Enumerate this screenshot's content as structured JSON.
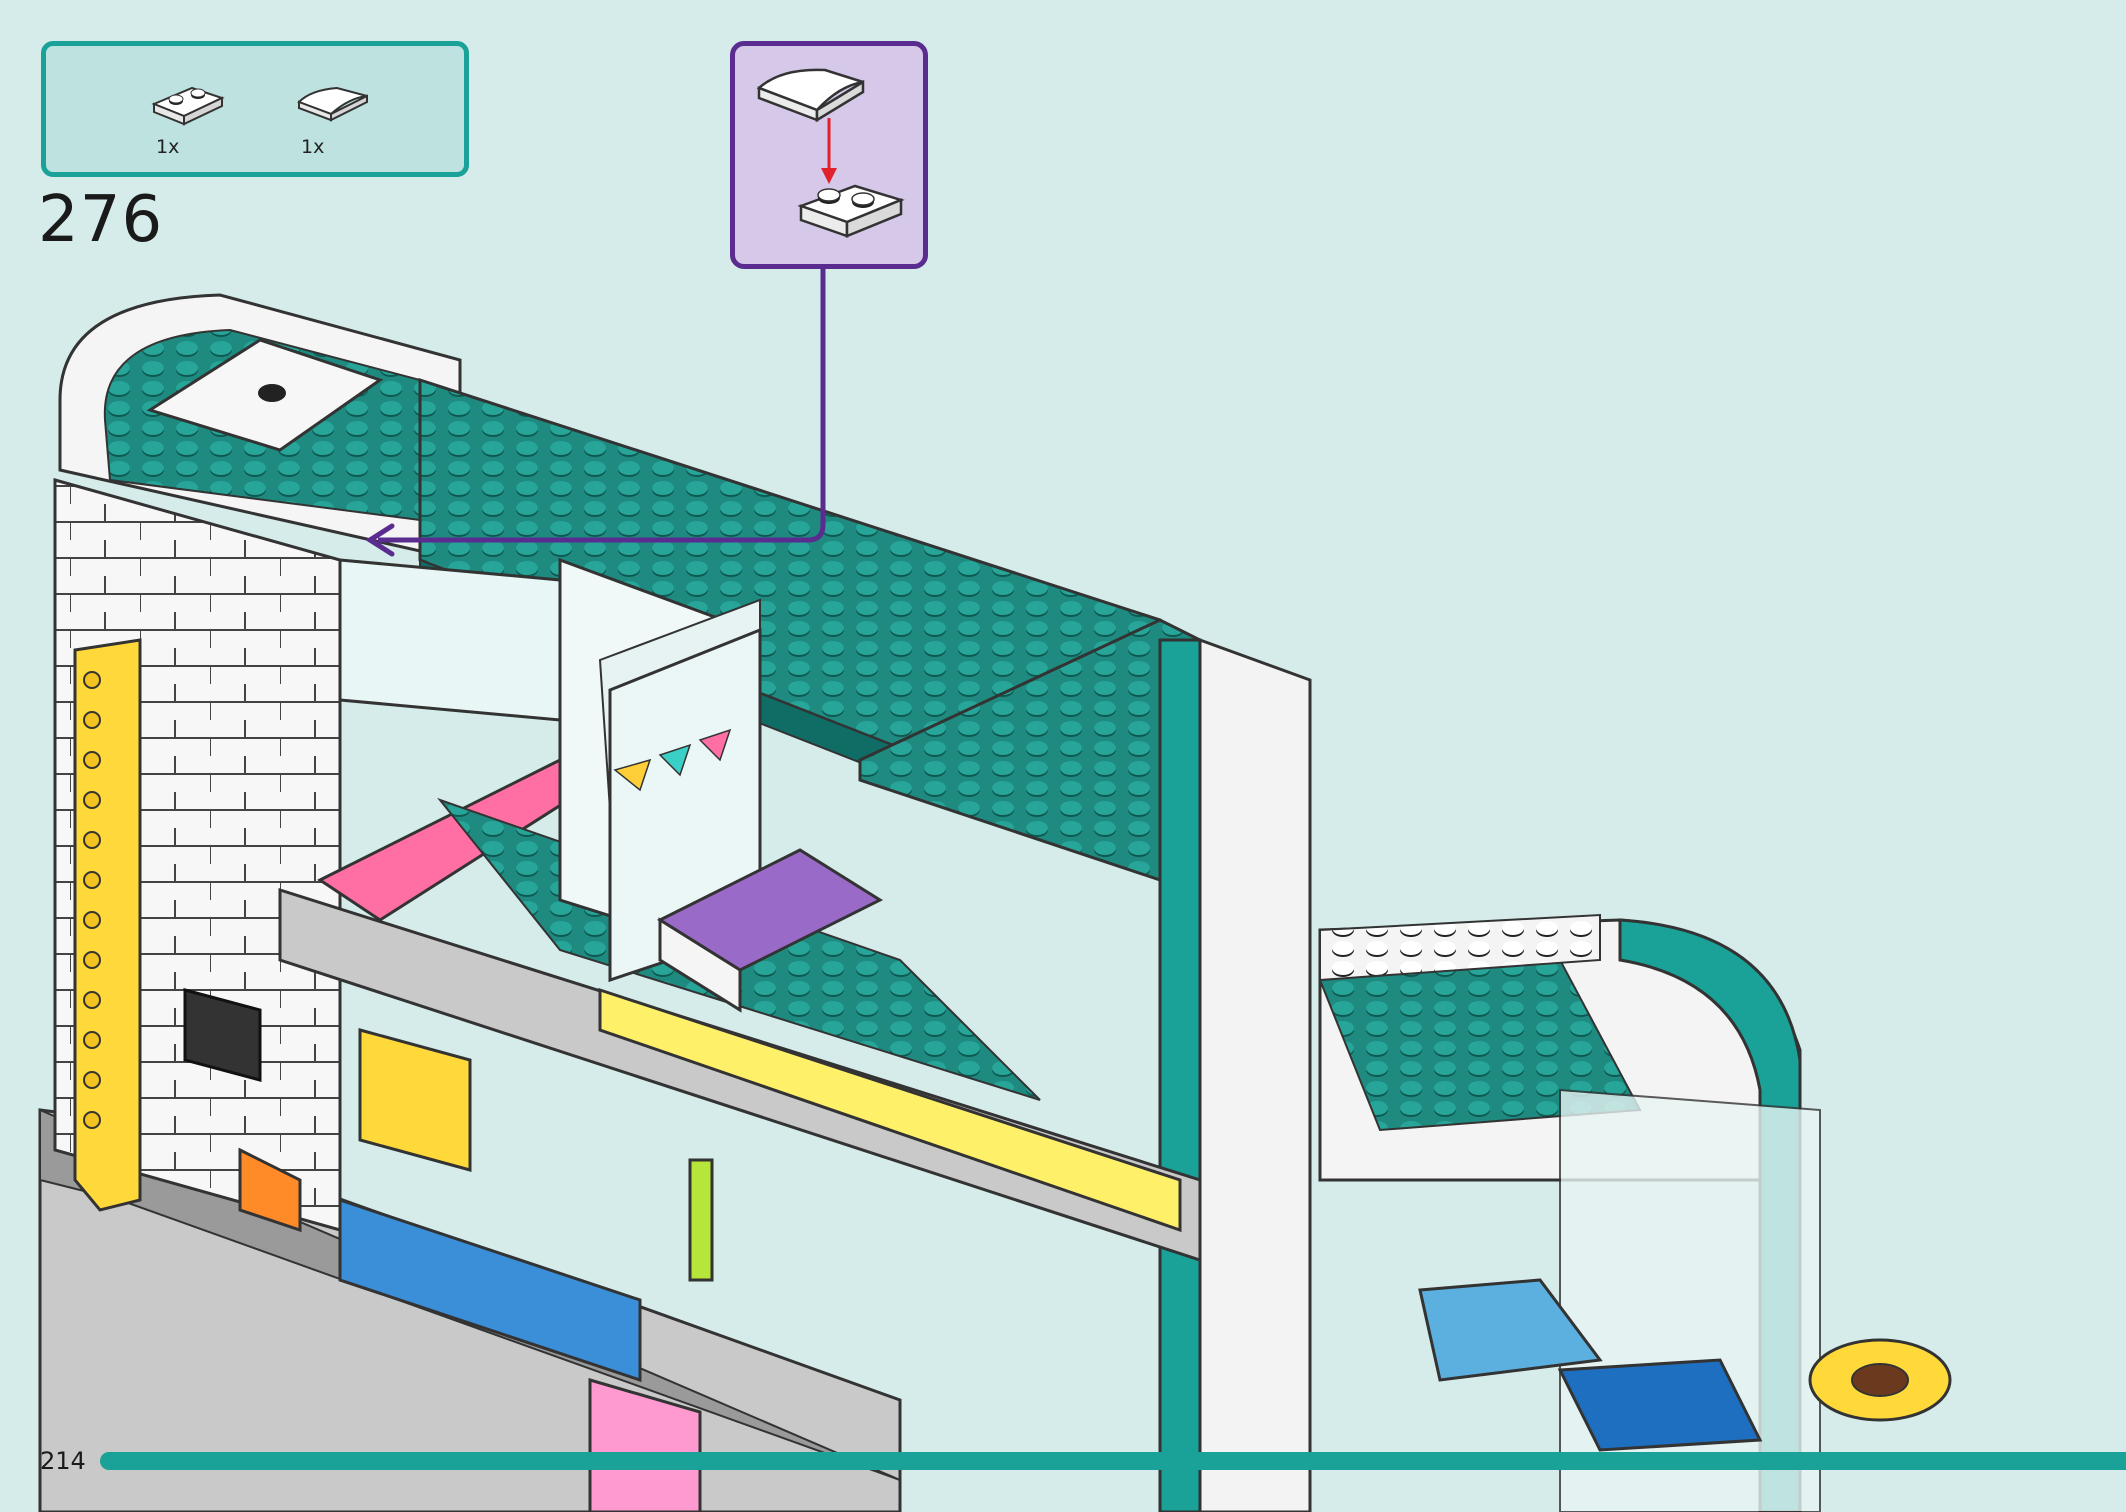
{
  "step": {
    "number": "276"
  },
  "parts_list": [
    {
      "id": "plate-1x2",
      "qty": "1x",
      "icon": "plate-1x2-icon",
      "color": "#ffffff"
    },
    {
      "id": "curved-slope-1x2",
      "qty": "1x",
      "icon": "curved-slope-icon",
      "color": "#ffffff"
    }
  ],
  "callout": {
    "arrow_color": "#5b2c8f",
    "border_color": "#5b2c8f",
    "background": "#d6c8e8"
  },
  "page": {
    "number": "214"
  },
  "colors": {
    "background": "#d5ecea",
    "accent": "#1aa198",
    "dark_teal": "#1e7d74"
  }
}
